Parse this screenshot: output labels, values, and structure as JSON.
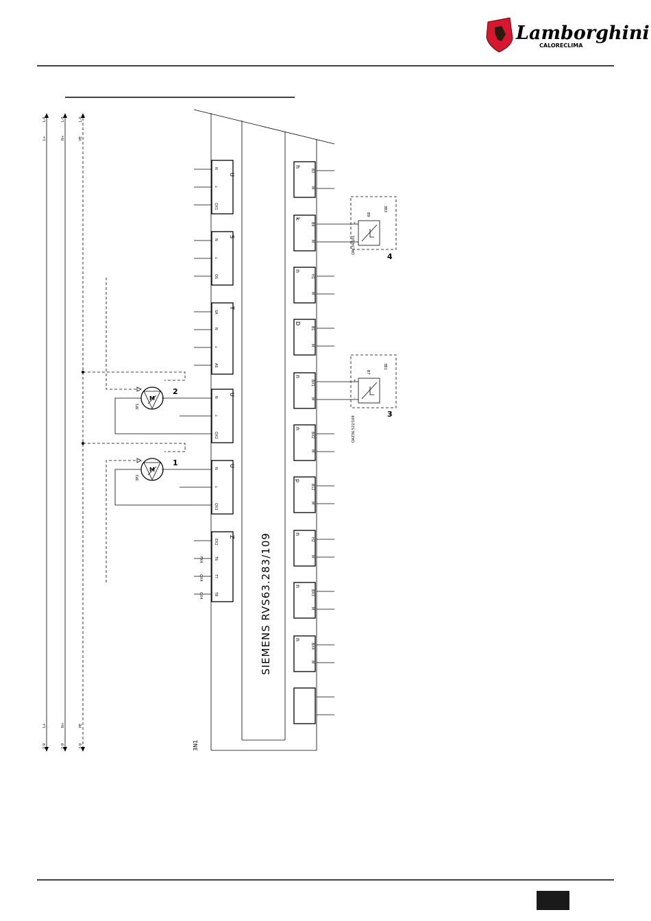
{
  "header": {
    "brand": "Lamborghini",
    "sub_brand": "CALORECLIMA"
  },
  "footer": {
    "page_number": ""
  },
  "diagram": {
    "controller_model": "SIEMENS RVS63.283/109",
    "controller_id": "3N1",
    "supply_lines": [
      {
        "name": "L+",
        "ref_top": "L-0",
        "ref_bottom": "2-9"
      },
      {
        "name": "N+",
        "ref_top": "L-0",
        "ref_bottom": "2-9"
      },
      {
        "name": "PE",
        "ref_top": "L-0",
        "ref_bottom": "2-9"
      }
    ],
    "left_connectors": [
      {
        "letter": "U",
        "pins": [
          "N",
          "⏚",
          "QX1"
        ]
      },
      {
        "letter": "S",
        "pins": [
          "N",
          "⏚",
          "QS"
        ]
      },
      {
        "letter": "T",
        "pins": [
          "SA",
          "N",
          "⏚",
          "AS"
        ]
      },
      {
        "letter": "U",
        "pins": [
          "N",
          "⏚",
          "QX2"
        ]
      },
      {
        "letter": "U",
        "pins": [
          "N",
          "⏚",
          "QX3"
        ]
      },
      {
        "letter": "Z",
        "pins": [
          "EX2",
          "T6",
          "T7",
          "T8"
        ]
      }
    ],
    "z_extra_labels": [
      "FX4",
      "QX4",
      "QX4"
    ],
    "right_connectors": [
      {
        "letter": "h",
        "pins": [
          "B3",
          "M"
        ]
      },
      {
        "letter": "k",
        "pins": [
          "B9",
          "M"
        ]
      },
      {
        "letter": "n",
        "pins": [
          "H1",
          "M"
        ]
      },
      {
        "letter": "D",
        "pins": [
          "B1",
          "M"
        ]
      },
      {
        "letter": "n",
        "pins": [
          "BX1",
          "M"
        ]
      },
      {
        "letter": "n",
        "pins": [
          "BX2",
          "M"
        ]
      },
      {
        "letter": "p",
        "pins": [
          "B12",
          "M"
        ]
      },
      {
        "letter": "n",
        "pins": [
          "H2",
          "M"
        ]
      },
      {
        "letter": "n",
        "pins": [
          "BX3",
          "M"
        ]
      },
      {
        "letter": "n",
        "pins": [
          "BX4",
          "M"
        ]
      }
    ],
    "pumps": [
      {
        "code": "3P1",
        "number": "2",
        "symbol": "M"
      },
      {
        "code": "3P2",
        "number": "1",
        "symbol": "M"
      }
    ],
    "sensors": [
      {
        "code": "3B3",
        "pin": "B9",
        "model": "QAC34/101",
        "number": "4"
      },
      {
        "code": "3B1",
        "pin": "B7",
        "model": "QAZ36.522/109",
        "number": "3"
      }
    ]
  }
}
